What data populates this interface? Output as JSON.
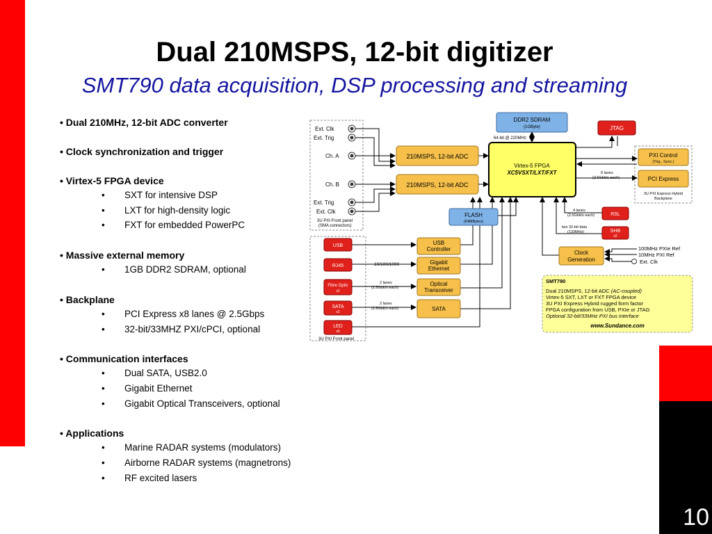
{
  "slide": {
    "title": "Dual 210MSPS, 12-bit digitizer",
    "subtitle": "SMT790 data acquisition, DSP processing and streaming",
    "page_number": "10"
  },
  "bullets": [
    {
      "text": "Dual 210MHz, 12-bit ADC converter",
      "subs": []
    },
    {
      "text": "Clock synchronization and trigger",
      "subs": []
    },
    {
      "text": "Virtex-5 FPGA device",
      "subs": [
        "SXT for intensive DSP",
        "LXT for high-density logic",
        "FXT for embedded PowerPC"
      ]
    },
    {
      "text": "Massive external memory",
      "subs": [
        "1GB DDR2 SDRAM, optional"
      ]
    },
    {
      "text": "Backplane",
      "subs": [
        "PCI Express x8 lanes @ 2.5Gbps",
        "32-bit/33MHZ  PXI/cPCI, optional"
      ]
    },
    {
      "text": "Communication interfaces",
      "subs": [
        "Dual SATA, USB2.0",
        "Gigabit Ethernet",
        "Gigabit Optical Transceivers, optional"
      ]
    },
    {
      "text": "Applications",
      "subs": [
        "Marine RADAR systems (modulators)",
        "Airborne RADAR systems (magnetrons)",
        "RF excited lasers"
      ]
    }
  ],
  "diagram": {
    "left_inputs": [
      "Ext. Clk",
      "Ext. Trig",
      "Ch. A",
      "Ch. B",
      "Ext. Trig",
      "Ext. Clk"
    ],
    "front_panel_note": [
      "3U PXI Front panel",
      "(SMA connectors)"
    ],
    "adc_a": "210MSPS, 12-bit ADC",
    "adc_b": "210MSPS, 12-bit ADC",
    "ddr": {
      "name": "DDR2 SDRAM",
      "detail": "(1GByte)"
    },
    "ddr_bus": "64-bit @ 220MHz",
    "fpga": {
      "name": "Virtex-5 FPGA",
      "part": "XC5VSXT/LXT/FXT"
    },
    "jtag": "JTAG",
    "pxi_control": {
      "name": "PXI Control",
      "detail": "(Trig., Sync.)"
    },
    "pci_express": "PCI Express",
    "backplane_note": [
      "3U PXI Express Hybrid",
      "Backplane"
    ],
    "pcie_lanes": [
      "8 lanes",
      "(2.5Gbit/s each)"
    ],
    "flash": {
      "name": "FLASH",
      "detail": "(64MBytes)"
    },
    "rsl": "RSL",
    "rsl_lanes": [
      "4 lanes",
      "(2.5Gbit/s each)"
    ],
    "shb": {
      "name": "SHB",
      "detail": "x2"
    },
    "shb_bus": [
      "two 32-bit data",
      "(133MHz)"
    ],
    "usb_ctrl": [
      "USB",
      "Controller"
    ],
    "gig_eth": [
      "Gigabit",
      "Ethernet"
    ],
    "optical": [
      "Optical",
      "Transceiver"
    ],
    "sata": "SATA",
    "clock_gen": [
      "Clock",
      "Generation"
    ],
    "clock_inputs": [
      "100MHz PXIe Ref",
      "10MHz PXI Ref",
      "Ext. Clk"
    ],
    "eth_speed": "10/100/1000",
    "lanes_optical": [
      "2 lanes",
      "(2.5Gbit/s each)"
    ],
    "lanes_sata": [
      "2 lanes",
      "(2.5Gbit/s each)"
    ],
    "front_ports": [
      "USB",
      "RJ45",
      "Fibre Optic",
      "SATA",
      "LED"
    ],
    "front_port_sub": [
      "",
      "",
      "x2",
      "x2",
      "x6"
    ],
    "front_panel_bottom": "3U PXI Front panel",
    "info": {
      "title": "SMT790",
      "line1_pre": "Dual 210MSPS, 12-bit ADC ",
      "line1_em": "(AC-coupled)",
      "line2": "Virtex-5 SXT, LXT or FXT FPGA device",
      "line3": "3U PXI Express Hybrid rugged form factor",
      "line4": "FPGA configuration from USB, PXIe or JTAG",
      "line5": "Optional 32-bit/33MHz PXI bus interface",
      "url": "www.Sundance.com"
    }
  },
  "colors": {
    "accent_red": "#ff0000",
    "title_blue": "#1414a0",
    "block_orange": "#f6c04a",
    "fpga_yellow": "#ffff66",
    "block_blue": "#7fb2e6",
    "block_red": "#e0201b"
  }
}
